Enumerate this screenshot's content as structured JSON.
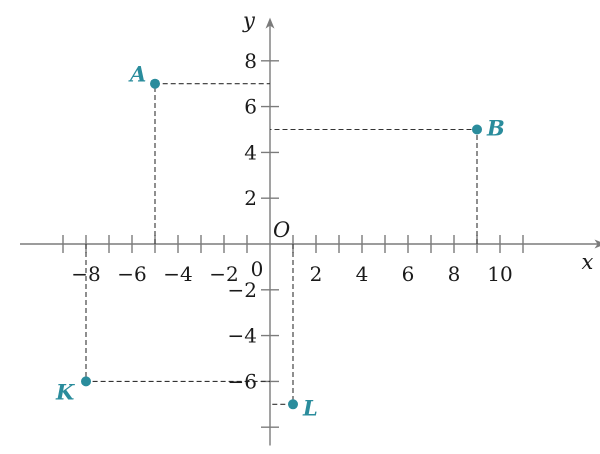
{
  "chart_data": {
    "type": "scatter",
    "xlabel": "x",
    "ylabel": "y",
    "origin_label": "O",
    "zero_label": "0",
    "xlim": [
      -11,
      14.5
    ],
    "ylim": [
      -8.8,
      9.8
    ],
    "x_ticks": [
      -8,
      -6,
      -4,
      -2,
      2,
      4,
      6,
      8,
      10
    ],
    "x_tick_labels": [
      "−8",
      "−6",
      "−4",
      "−2",
      "2",
      "4",
      "6",
      "8",
      "10"
    ],
    "y_ticks": [
      8,
      6,
      4,
      2,
      -2,
      -4,
      -6
    ],
    "y_tick_labels": [
      "8",
      "6",
      "4",
      "2",
      "−2",
      "−4",
      "−6"
    ],
    "extra_ticks": {
      "x": [
        -9,
        -7,
        -5,
        -3,
        -1,
        1,
        3,
        5,
        7,
        9,
        11
      ],
      "y": [
        -8
      ]
    },
    "points": [
      {
        "label": "A",
        "x": -5,
        "y": 7
      },
      {
        "label": "B",
        "x": 9,
        "y": 5
      },
      {
        "label": "K",
        "x": -8,
        "y": -6
      },
      {
        "label": "L",
        "x": 1,
        "y": -7
      }
    ],
    "colors": {
      "point": "#2a8c9c",
      "axis": "#7b7b7b",
      "guide": "#333333"
    },
    "grid": false
  }
}
